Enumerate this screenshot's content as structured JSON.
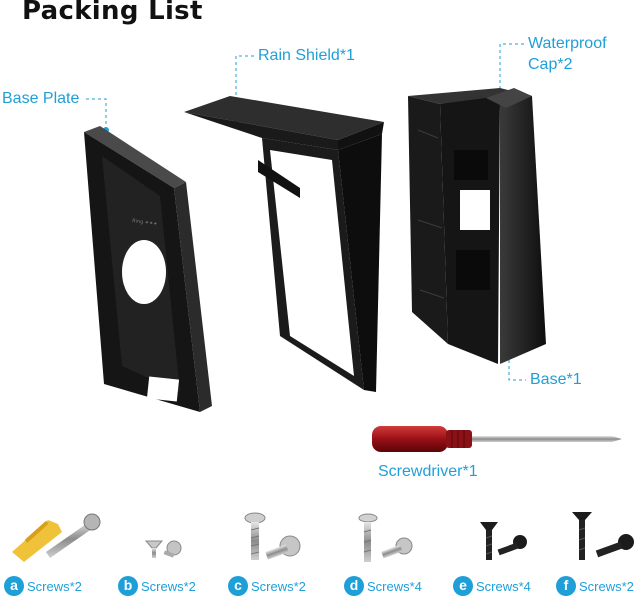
{
  "title": "Packing List",
  "callouts": {
    "base_plate": "Base Plate",
    "rain_shield": "Rain Shield*1",
    "waterproof_cap_line1": "Waterproof",
    "waterproof_cap_line2": "Cap*2",
    "base": "Base*1",
    "screwdriver": "Screwdriver*1"
  },
  "screws": [
    {
      "letter": "a",
      "label": "Screws*2"
    },
    {
      "letter": "b",
      "label": "Screws*2"
    },
    {
      "letter": "c",
      "label": "Screws*2"
    },
    {
      "letter": "d",
      "label": "Screws*4"
    },
    {
      "letter": "e",
      "label": "Screws*4"
    },
    {
      "letter": "f",
      "label": "Screws*2"
    }
  ],
  "colors": {
    "accent": "#1f9fd8",
    "product": "#1c1c1c",
    "screwdriver_handle": "#a0141a"
  }
}
